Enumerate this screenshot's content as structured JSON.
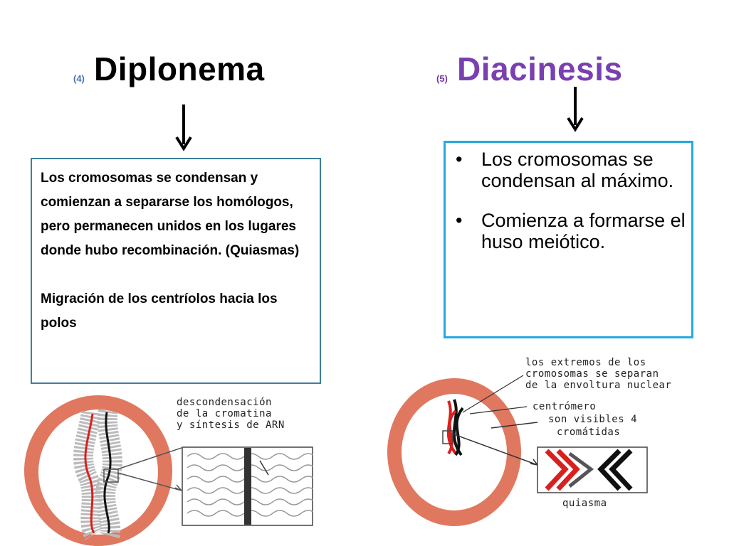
{
  "stage_left": {
    "number": "(4)",
    "title": "Diplonema",
    "description": "Los cromosomas se condensan y comienzan a separarse los homólogos, pero permanecen unidos en los lugares donde hubo recombinación. (Quiasmas)",
    "description_2": "Migración de los centríolos hacia los polos",
    "figure_labels": [
      "descondensación",
      "de la cromatina",
      "y síntesis de ARN"
    ]
  },
  "stage_right": {
    "number": "(5)",
    "title": "Diacinesis",
    "bullets": [
      "Los cromosomas se condensan al máximo.",
      "Comienza a formarse el huso meiótico."
    ],
    "figure_labels": [
      "los extremos de los",
      "cromosomas se separan",
      "de la envoltura nuclear",
      "centrómero",
      "son visibles 4",
      "cromátidas",
      "quiasma"
    ]
  },
  "colors": {
    "left_title": "#000000",
    "right_title": "#7a3fb0",
    "left_box_border": "#3f7f9c",
    "right_box_border": "#25a9e0",
    "nucleus": "#e07860",
    "chromosome_red": "#d9201f"
  }
}
